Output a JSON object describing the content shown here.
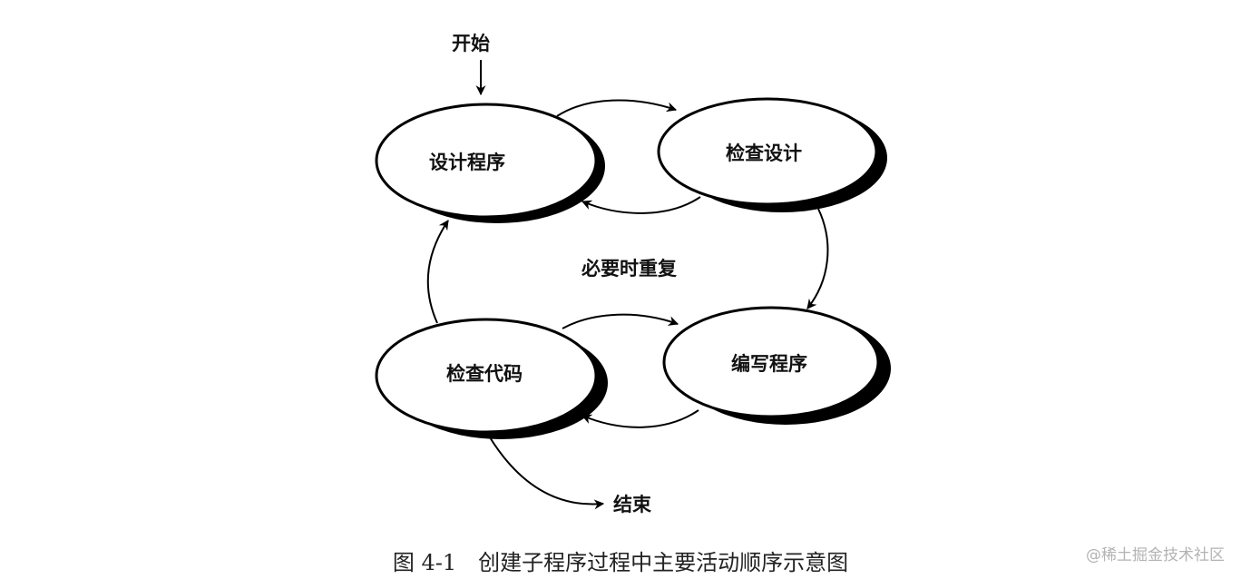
{
  "diagram": {
    "start_label": "开始",
    "end_label": "结束",
    "center_label": "必要时重复",
    "nodes": {
      "design_program": "设计程序",
      "check_design": "检查设计",
      "write_program": "编写程序",
      "check_code": "检查代码"
    }
  },
  "caption": "图 4-1　创建子程序过程中主要活动顺序示意图",
  "watermark": "@稀土掘金技术社区"
}
